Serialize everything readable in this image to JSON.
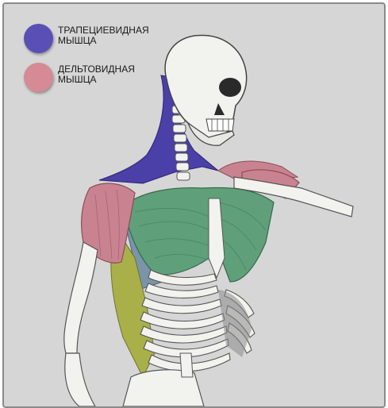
{
  "legend": [
    {
      "line1": "ТРАПЕЦИЕВИДНАЯ",
      "line2": "МЫШЦА",
      "color": "#5a4fb5"
    },
    {
      "line1": "ДЕЛЬТОВИДНАЯ",
      "line2": "МЫШЦА",
      "color": "#d58a96"
    }
  ],
  "colors": {
    "background": "#d6d6d6",
    "trapezius": "#4b3fa8",
    "deltoid": "#c98390",
    "pectoral": "#5fa07a",
    "serratus": "#a9b04a",
    "lats": "#7a94a8",
    "bone": "#f2f2ef"
  }
}
